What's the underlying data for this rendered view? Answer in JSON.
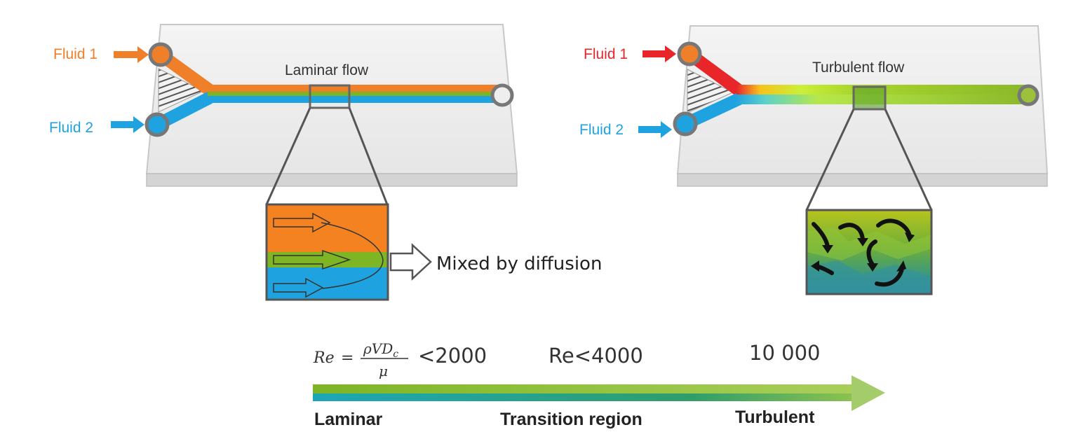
{
  "labels": {
    "left_fluid1": "Fluid 1",
    "left_fluid2": "Fluid 2",
    "right_fluid1": "Fluid 1",
    "right_fluid2": "Fluid 2",
    "laminar_flow": "Laminar flow",
    "turbulent_flow": "Turbulent flow",
    "mixed_by_diffusion": "Mixed by diffusion"
  },
  "reynolds": {
    "formula": {
      "lhs": "Re",
      "equals": "=",
      "numerator": "ρVD",
      "numerator_sub": "c",
      "denominator": "μ"
    },
    "laminar_threshold": "<2000",
    "transition_threshold": "Re<4000",
    "turbulent_threshold": "10 000"
  },
  "regions": {
    "laminar": "Laminar",
    "transition": "Transition region",
    "turbulent": "Turbulent"
  },
  "colors": {
    "fluid1_laminar": "#f07f2a",
    "fluid1_turbulent": "#e8262a",
    "fluid2": "#1fa3e0",
    "mixed_green": "#7db524",
    "arrow_green": "#9fcc6a",
    "chip_face": "#eeeeee",
    "chip_edge": "#cfcfcf"
  }
}
